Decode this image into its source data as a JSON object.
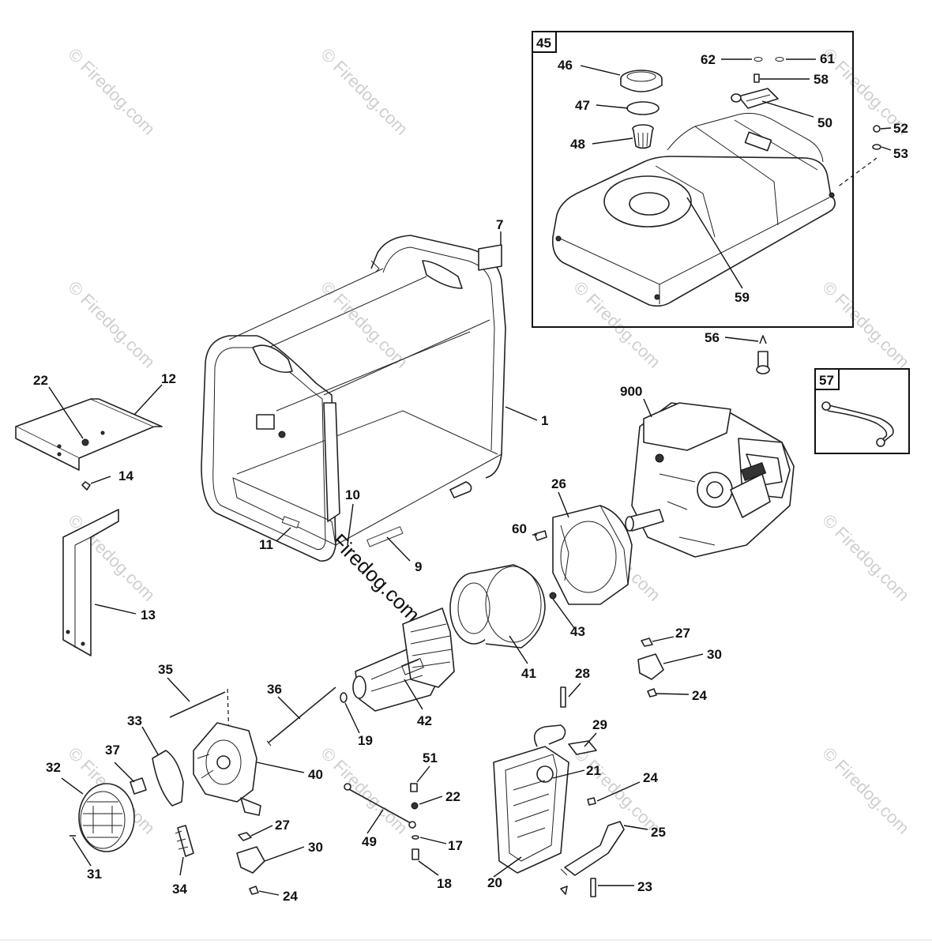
{
  "watermark": {
    "text": "© Firedog.com",
    "center_text": "© Firedog.com"
  },
  "boxes": {
    "fuel_tank_group": "45",
    "fuel_line_group": "57"
  },
  "callouts": [
    {
      "id": "c7",
      "text": "7"
    },
    {
      "id": "c1",
      "text": "1"
    },
    {
      "id": "c12",
      "text": "12"
    },
    {
      "id": "c22a",
      "text": "22"
    },
    {
      "id": "c14",
      "text": "14"
    },
    {
      "id": "c13",
      "text": "13"
    },
    {
      "id": "c10",
      "text": "10"
    },
    {
      "id": "c11",
      "text": "11"
    },
    {
      "id": "c9",
      "text": "9"
    },
    {
      "id": "c46",
      "text": "46"
    },
    {
      "id": "c47",
      "text": "47"
    },
    {
      "id": "c48",
      "text": "48"
    },
    {
      "id": "c62",
      "text": "62"
    },
    {
      "id": "c61",
      "text": "61"
    },
    {
      "id": "c58",
      "text": "58"
    },
    {
      "id": "c50",
      "text": "50"
    },
    {
      "id": "c52",
      "text": "52"
    },
    {
      "id": "c53",
      "text": "53"
    },
    {
      "id": "c59",
      "text": "59"
    },
    {
      "id": "c56",
      "text": "56"
    },
    {
      "id": "c900",
      "text": "900"
    },
    {
      "id": "c26",
      "text": "26"
    },
    {
      "id": "c60",
      "text": "60"
    },
    {
      "id": "c43",
      "text": "43"
    },
    {
      "id": "c41",
      "text": "41"
    },
    {
      "id": "c42",
      "text": "42"
    },
    {
      "id": "c27a",
      "text": "27"
    },
    {
      "id": "c30a",
      "text": "30"
    },
    {
      "id": "c24a",
      "text": "24"
    },
    {
      "id": "c28",
      "text": "28"
    },
    {
      "id": "c29",
      "text": "29"
    },
    {
      "id": "c21",
      "text": "21"
    },
    {
      "id": "c24b",
      "text": "24"
    },
    {
      "id": "c25",
      "text": "25"
    },
    {
      "id": "c23",
      "text": "23"
    },
    {
      "id": "c20",
      "text": "20"
    },
    {
      "id": "c35",
      "text": "35"
    },
    {
      "id": "c36",
      "text": "36"
    },
    {
      "id": "c19",
      "text": "19"
    },
    {
      "id": "c33",
      "text": "33"
    },
    {
      "id": "c37",
      "text": "37"
    },
    {
      "id": "c40",
      "text": "40"
    },
    {
      "id": "c32",
      "text": "32"
    },
    {
      "id": "c31",
      "text": "31"
    },
    {
      "id": "c34",
      "text": "34"
    },
    {
      "id": "c27b",
      "text": "27"
    },
    {
      "id": "c30b",
      "text": "30"
    },
    {
      "id": "c24c",
      "text": "24"
    },
    {
      "id": "c51",
      "text": "51"
    },
    {
      "id": "c22b",
      "text": "22"
    },
    {
      "id": "c49",
      "text": "49"
    },
    {
      "id": "c17",
      "text": "17"
    },
    {
      "id": "c18",
      "text": "18"
    }
  ]
}
